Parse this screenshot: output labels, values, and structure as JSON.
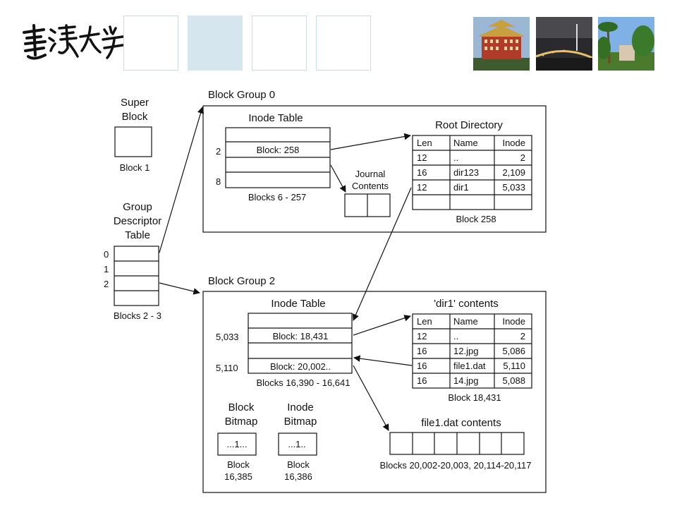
{
  "header": {
    "logo_icon": "ntu-calligraphy-logo",
    "photos": [
      "grand-hotel-photo",
      "night-bridge-photo",
      "campus-palm-photo"
    ],
    "accent_light": "#d5e6ee",
    "accent_border": "#c9dbe6"
  },
  "diagram": {
    "super_block": {
      "title_1": "Super",
      "title_2": "Block",
      "caption": "Block 1"
    },
    "gdt": {
      "title_1": "Group",
      "title_2": "Descriptor",
      "title_3": "Table",
      "row_labels": [
        "0",
        "1",
        "2"
      ],
      "caption": "Blocks 2 - 3"
    },
    "group0": {
      "title": "Block Group 0",
      "inode_table": {
        "title": "Inode Table",
        "label_2": "2",
        "label_8": "8",
        "block_entry": "Block: 258",
        "caption": "Blocks 6 - 257"
      },
      "journal": {
        "title_1": "Journal",
        "title_2": "Contents"
      },
      "root_dir": {
        "title": "Root Directory",
        "headers": [
          "Len",
          "Name",
          "Inode"
        ],
        "rows": [
          [
            "12",
            "..",
            "2"
          ],
          [
            "16",
            "dir123",
            "2,109"
          ],
          [
            "12",
            "dir1",
            "5,033"
          ]
        ],
        "caption": "Block 258"
      }
    },
    "group2": {
      "title": "Block Group 2",
      "inode_table": {
        "title": "Inode Table",
        "label_a": "5,033",
        "label_b": "5,110",
        "entry_a": "Block: 18,431",
        "entry_b": "Block: 20,002..",
        "caption": "Blocks 16,390 - 16,641"
      },
      "dir1": {
        "title": "'dir1' contents",
        "headers": [
          "Len",
          "Name",
          "Inode"
        ],
        "rows": [
          [
            "12",
            "..",
            "2"
          ],
          [
            "16",
            "12.jpg",
            "5,086"
          ],
          [
            "16",
            "file1.dat",
            "5,110"
          ],
          [
            "16",
            "14.jpg",
            "5,088"
          ]
        ],
        "caption": "Block 18,431"
      },
      "block_bitmap": {
        "title_1": "Block",
        "title_2": "Bitmap",
        "content": "...1...",
        "caption_1": "Block",
        "caption_2": "16,385"
      },
      "inode_bitmap": {
        "title_1": "Inode",
        "title_2": "Bitmap",
        "content": "...1..",
        "caption_1": "Block",
        "caption_2": "16,386"
      },
      "file1": {
        "title": "file1.dat contents",
        "caption": "Blocks 20,002-20,003, 20,114-20,117"
      }
    }
  }
}
